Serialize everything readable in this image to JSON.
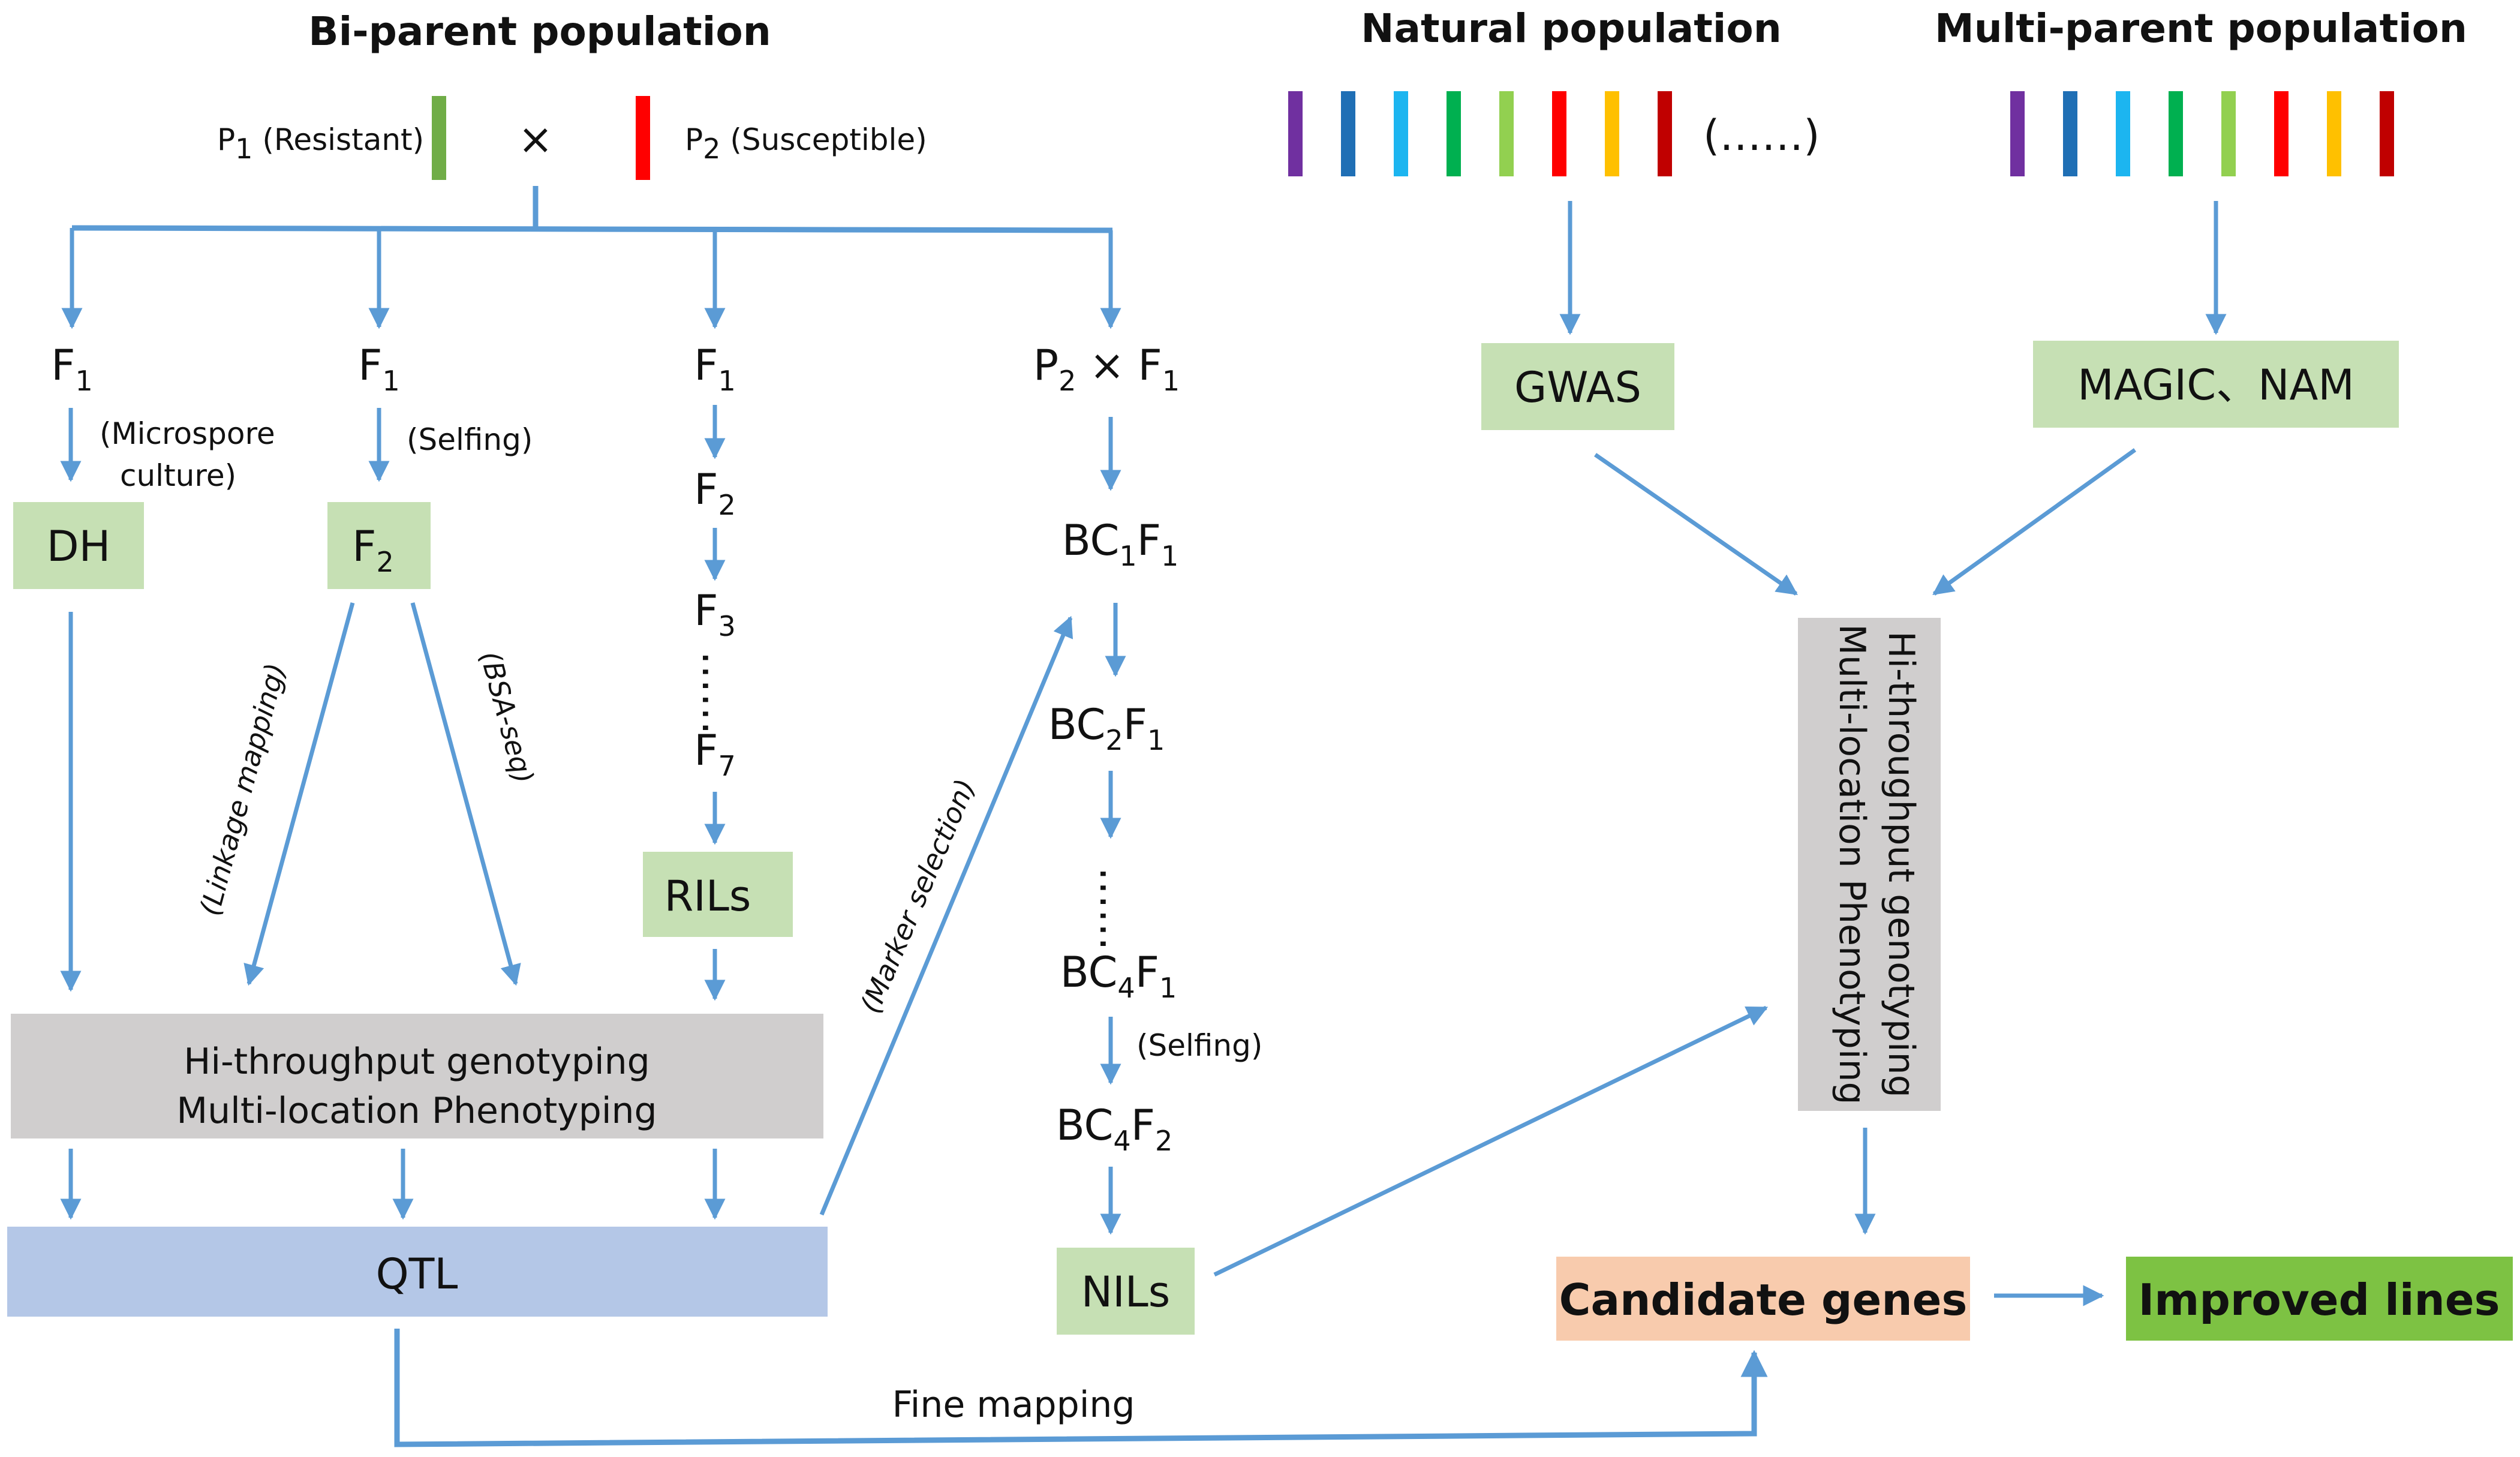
{
  "headings": {
    "biparent": "Bi-parent population",
    "natural": "Natural population",
    "multiparent": "Multi-parent population"
  },
  "parents": {
    "p1_letter": "P",
    "p1_sub": "1",
    "p1_desc": " (Resistant)",
    "cross": "×",
    "p2_letter": "P",
    "p2_sub": "2",
    "p2_desc": " (Susceptible)"
  },
  "natural_ellipsis": "(……)",
  "branches": {
    "dh": {
      "f1": "F",
      "f1_sub": "1",
      "note_line1": "(Microspore",
      "note_line2": "culture)",
      "box": "DH"
    },
    "f2": {
      "f1": "F",
      "f1_sub": "1",
      "note": "(Selfing)",
      "box": "F",
      "box_sub": "2"
    },
    "ril": {
      "f1": "F",
      "f1_sub": "1",
      "f2": "F",
      "f2_sub": "2",
      "f3": "F",
      "f3_sub": "3",
      "dots": "……",
      "f7": "F",
      "f7_sub": "7",
      "box": "RILs"
    },
    "nil": {
      "top_a": "P",
      "top_a_sub": "2",
      "top_b": " × F",
      "top_b_sub": "1",
      "bc1_a": "BC",
      "bc1_s1": "1",
      "bc1_b": "F",
      "bc1_s2": "1",
      "bc2_a": "BC",
      "bc2_s1": "2",
      "bc2_b": "F",
      "bc2_s2": "1",
      "dots": "……",
      "bc4f1_a": "BC",
      "bc4f1_s1": "4",
      "bc4f1_b": "F",
      "bc4f1_s2": "1",
      "selfing": "(Selfing)",
      "bc4f2_a": "BC",
      "bc4f2_s1": "4",
      "bc4f2_b": "F",
      "bc4f2_s2": "2",
      "box": "NILs"
    }
  },
  "edge_labels": {
    "linkage": "(Linkage  mapping)",
    "bsa": "(BSA-seq)",
    "marker": "(Marker selection)",
    "fine": "Fine mapping"
  },
  "geno_box": {
    "line1": "Hi-throughput genotyping",
    "line2": "Multi-location Phenotyping"
  },
  "qtl_box": "QTL",
  "gwas_box": "GWAS",
  "magic_box": "MAGIC、NAM",
  "vertical_box": {
    "line1": "Hi-throughput genotyping",
    "line2": "Multi-location Phenotyping"
  },
  "candidate_box": "Candidate genes",
  "improved_box": "Improved lines",
  "colors": {
    "arrow": "#5b9bd5",
    "green_box": "#c6e0b4",
    "gray_box": "#d0cece",
    "qtl_box": "#b4c7e7",
    "candidate_box": "#f8cbad",
    "improved_box": "#7dc243",
    "p1_bar": "#70ad47",
    "p2_bar": "#ff0000",
    "bars": [
      "#7030a0",
      "#1f6fb5",
      "#1cb5f0",
      "#00b050",
      "#92d050",
      "#ff0000",
      "#ffc000",
      "#c00000"
    ]
  }
}
